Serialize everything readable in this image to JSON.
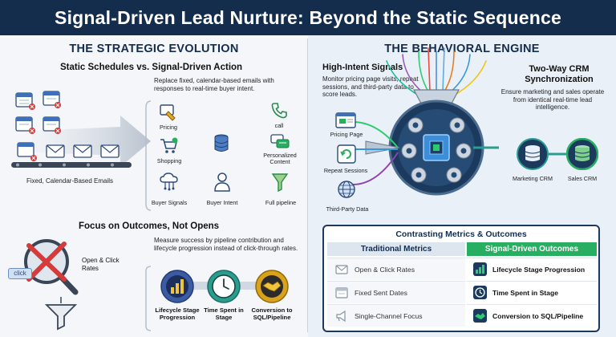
{
  "title": "Signal-Driven Lead Nurture: Beyond the Static Sequence",
  "left": {
    "section_title": "THE STRATEGIC EVOLUTION",
    "static_vs_signal": {
      "title": "Static Schedules vs. Signal-Driven Action",
      "description": "Replace fixed, calendar-based emails with responses to real-time buyer intent.",
      "conveyor_label": "Fixed, Calendar-Based Emails",
      "icons": [
        {
          "label": "Pricing",
          "icon": "price-tag-icon"
        },
        {
          "label": "call",
          "icon": "phone-icon"
        },
        {
          "label": "Shopping",
          "icon": "shopping-cart-icon"
        },
        {
          "label": "",
          "icon": "database-icon"
        },
        {
          "label": "Personalized Content",
          "icon": "chat-bubbles-icon"
        },
        {
          "label": "Buyer Signals",
          "icon": "cloud-network-icon"
        },
        {
          "label": "Buyer Intent",
          "icon": "user-icon"
        },
        {
          "label": "Full pipeline",
          "icon": "funnel-icon"
        }
      ]
    },
    "outcomes": {
      "title": "Focus on Outcomes, Not Opens",
      "description": "Measure success by pipeline contribution and lifecycle progression instead of click-through rates.",
      "open_click_label": "Open & Click Rates",
      "click_badge": "click",
      "circles": [
        {
          "label": "Lifecycle Stage Progression",
          "icon": "bar-chart-icon",
          "color": "#3b5ba5"
        },
        {
          "label": "Time Spent in Stage",
          "icon": "clock-icon",
          "color": "#2a9d8f"
        },
        {
          "label": "Conversion to SQL/Pipeline",
          "icon": "handshake-icon",
          "color": "#d9a21b"
        }
      ]
    }
  },
  "right": {
    "section_title": "THE BEHAVIORAL ENGINE",
    "signals": {
      "title": "High-Intent Signals",
      "description": "Monitor pricing page visits, repeat sessions, and third-party data to score leads.",
      "items": [
        {
          "label": "Pricing Page",
          "icon": "browser-icon"
        },
        {
          "label": "Repeat Sessions",
          "icon": "refresh-icon"
        },
        {
          "label": "Third-Party Data",
          "icon": "globe-icon"
        }
      ]
    },
    "crm": {
      "title": "Two-Way CRM Synchronization",
      "description": "Ensure marketing and sales operate from identical real-time lead intelligence.",
      "marketing_label": "Marketing CRM",
      "sales_label": "Sales CRM"
    },
    "table": {
      "title": "Contrasting Metrics & Outcomes",
      "col_left": "Traditional Metrics",
      "col_right": "Signal-Driven Outcomes",
      "rows": [
        {
          "left": "Open & Click Rates",
          "right": "Lifecycle Stage Progression",
          "left_icon": "envelope-icon",
          "right_icon": "bar-chart-icon"
        },
        {
          "left": "Fixed Sent Dates",
          "right": "Time Spent in Stage",
          "left_icon": "calendar-icon",
          "right_icon": "clock-icon"
        },
        {
          "left": "Single-Channel Focus",
          "right": "Conversion to SQL/Pipeline",
          "left_icon": "megaphone-icon",
          "right_icon": "handshake-icon"
        }
      ]
    }
  },
  "colors": {
    "navy": "#142d4c",
    "green": "#27ae60",
    "blue": "#3b5ba5",
    "teal": "#2a9d8f",
    "gold": "#d9a21b",
    "red": "#d63b3b"
  }
}
